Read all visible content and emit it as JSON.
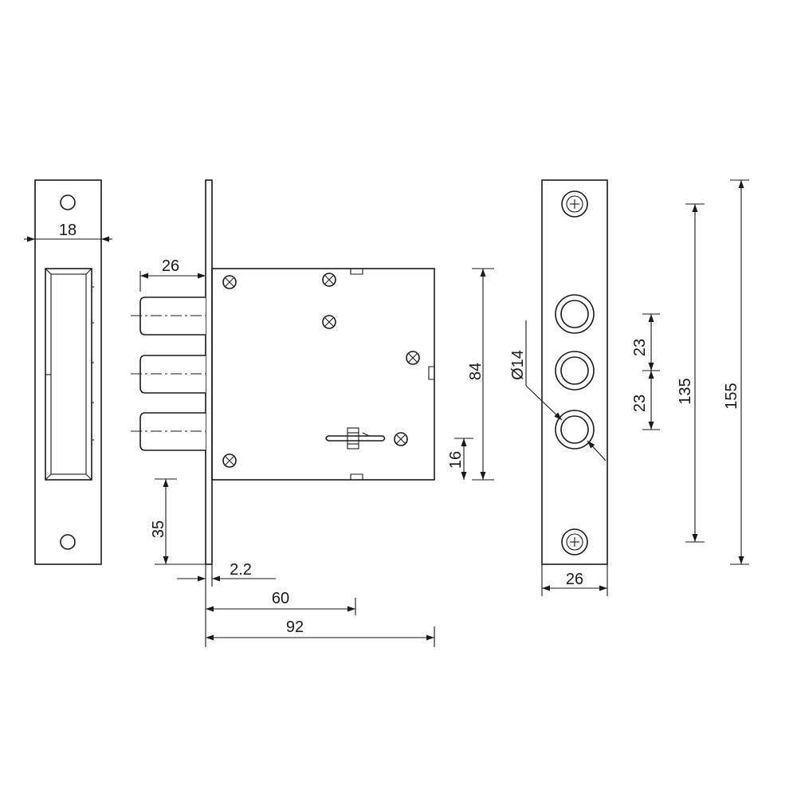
{
  "dimensions": {
    "front_width": "18",
    "bolt_projection": "26",
    "backset_bottom": "35",
    "faceplate_thickness": "2.2",
    "backset": "60",
    "case_depth": "92",
    "case_height": "84",
    "keyhole_offset": "16",
    "bolt_diameter": "Ø14",
    "bolt_spacing_top": "23",
    "bolt_spacing_bottom": "23",
    "screw_spacing": "135",
    "strike_height": "155",
    "strike_width": "26"
  }
}
